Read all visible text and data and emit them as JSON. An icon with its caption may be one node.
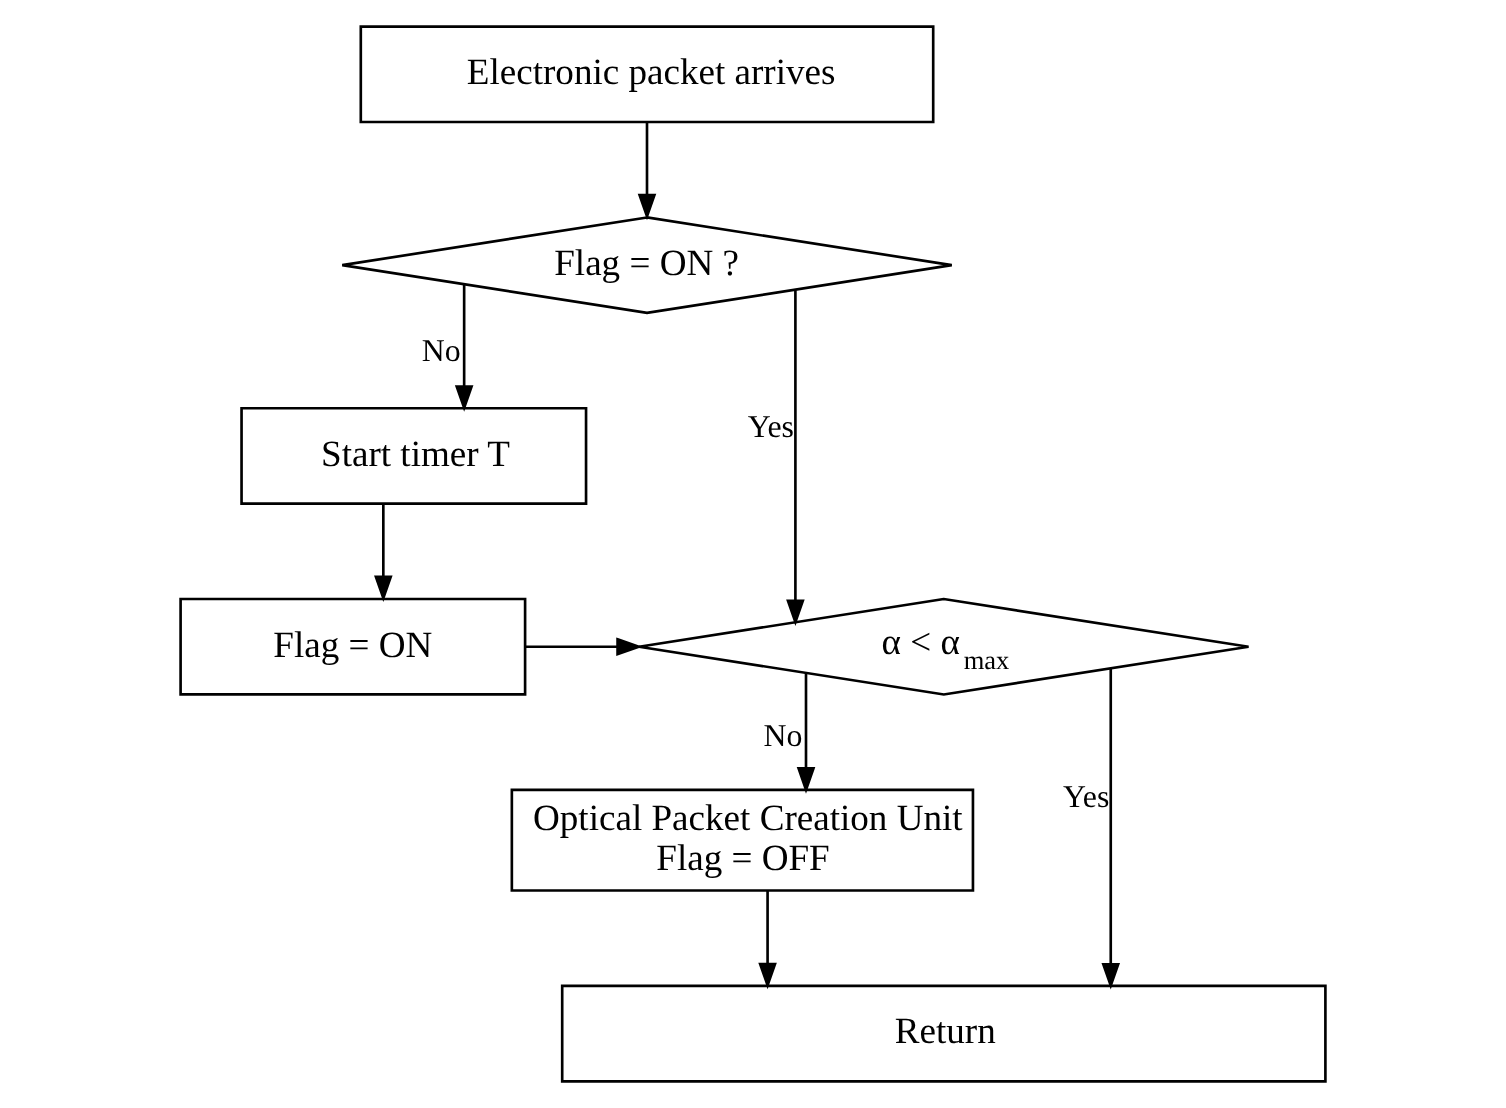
{
  "diagram": {
    "nodes": [
      {
        "text": [
          "Electronic packet arrives"
        ]
      },
      {
        "text": [
          "Flag = ON ?"
        ]
      },
      {
        "text": [
          "Start timer T"
        ]
      },
      {
        "text": [
          "Flag = ON"
        ]
      },
      {
        "text": [
          "α < α$_{max}$"
        ]
      },
      {
        "text": [
          "Optical Packet Creation Unit",
          "Flag = OFF"
        ]
      },
      {
        "text": [
          "Return"
        ]
      }
    ],
    "edges": [
      {
        "from": 0,
        "to": 1,
        "arrow": "to"
      },
      {
        "from": 1,
        "to": 2,
        "arrow": "to",
        "label": "No"
      },
      {
        "from": 1,
        "to": 4,
        "arrow": "to",
        "label": "Yes"
      },
      {
        "from": 2,
        "to": 3,
        "arrow": "to"
      },
      {
        "from": 3,
        "to": 4,
        "arrow": "to"
      },
      {
        "from": 4,
        "to": 5,
        "arrow": "to",
        "label": "No"
      },
      {
        "from": 4,
        "to": 6,
        "arrow": "to",
        "label": "Yes"
      },
      {
        "from": 5,
        "to": 6,
        "arrow": "to"
      }
    ]
  }
}
